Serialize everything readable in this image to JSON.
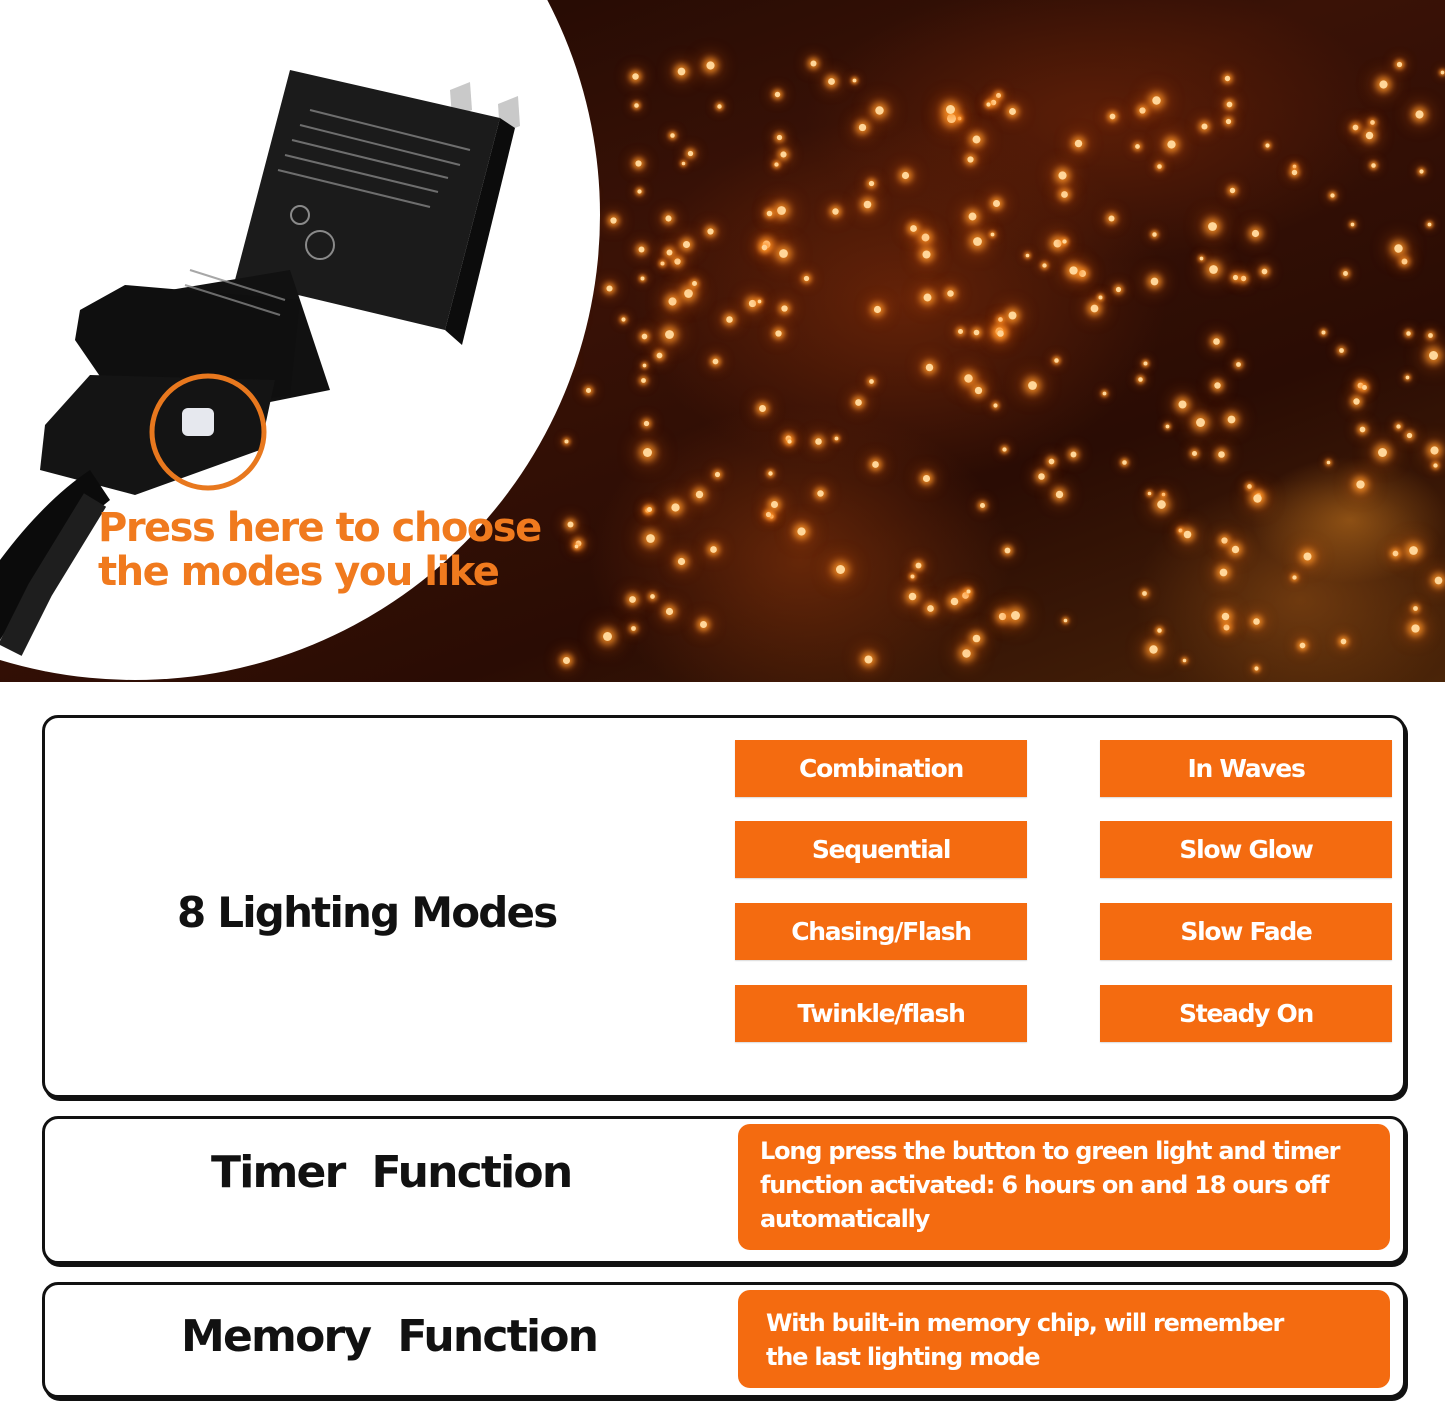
{
  "hero": {
    "callout_line1": "Press here to choose",
    "callout_line2": "the modes you like",
    "adapter_icon": "power-adapter-icon",
    "button_highlight_icon": "button-highlight-ring-icon",
    "photo_subject": "orange net lights on hedge",
    "accent_color": "#f07a1e"
  },
  "modes_panel": {
    "title": "8 Lighting Modes",
    "modes": [
      {
        "label": "Combination"
      },
      {
        "label": "In Waves"
      },
      {
        "label": "Sequential"
      },
      {
        "label": "Slow Glow"
      },
      {
        "label": "Chasing/Flash"
      },
      {
        "label": "Slow Fade"
      },
      {
        "label": "Twinkle/flash"
      },
      {
        "label": "Steady On"
      }
    ],
    "button_color": "#f46b10"
  },
  "timer_panel": {
    "title": "Timer  Function",
    "description_lines": [
      "Long press the button to green light and timer",
      "function activated: 6 hours on and 18 ours off",
      "automatically"
    ]
  },
  "memory_panel": {
    "title": "Memory  Function",
    "description_lines": [
      "With built-in memory chip, will remember",
      "the last lighting mode"
    ]
  }
}
